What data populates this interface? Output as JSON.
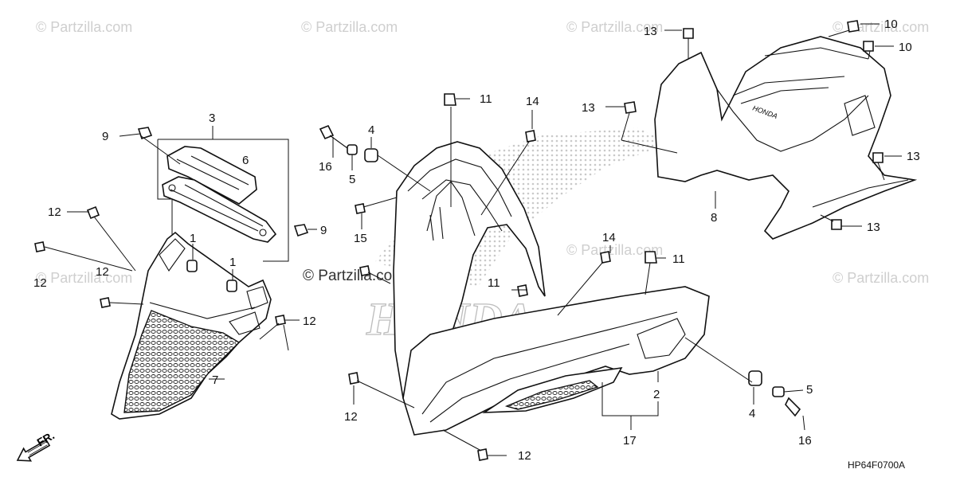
{
  "watermark": {
    "text": "© Partzilla.com",
    "center_text": "© Partzilla.com",
    "brand_text": "HONDA"
  },
  "diagram_code": "HP64F0700A",
  "front_indicator": "FR.",
  "callouts": [
    {
      "id": "c3",
      "label": "3"
    },
    {
      "id": "c9a",
      "label": "9"
    },
    {
      "id": "c6",
      "label": "6"
    },
    {
      "id": "c9b",
      "label": "9"
    },
    {
      "id": "c12a",
      "label": "12"
    },
    {
      "id": "c12b",
      "label": "12"
    },
    {
      "id": "c1a",
      "label": "1"
    },
    {
      "id": "c1b",
      "label": "1"
    },
    {
      "id": "c12c",
      "label": "12"
    },
    {
      "id": "c12d",
      "label": "12"
    },
    {
      "id": "c7",
      "label": "7"
    },
    {
      "id": "c16a",
      "label": "16"
    },
    {
      "id": "c4a",
      "label": "4"
    },
    {
      "id": "c5a",
      "label": "5"
    },
    {
      "id": "c15",
      "label": "15"
    },
    {
      "id": "c11a",
      "label": "11"
    },
    {
      "id": "c14a",
      "label": "14"
    },
    {
      "id": "c11b",
      "label": "11"
    },
    {
      "id": "c12e",
      "label": "12"
    },
    {
      "id": "c12f",
      "label": "12"
    },
    {
      "id": "c14b",
      "label": "14"
    },
    {
      "id": "c11c",
      "label": "11"
    },
    {
      "id": "c2",
      "label": "2"
    },
    {
      "id": "c17",
      "label": "17"
    },
    {
      "id": "c13a",
      "label": "13"
    },
    {
      "id": "c10a",
      "label": "10"
    },
    {
      "id": "c10b",
      "label": "10"
    },
    {
      "id": "c13b",
      "label": "13"
    },
    {
      "id": "c8",
      "label": "8"
    },
    {
      "id": "c13c",
      "label": "13"
    },
    {
      "id": "c13d",
      "label": "13"
    },
    {
      "id": "c5b",
      "label": "5"
    },
    {
      "id": "c4b",
      "label": "4"
    },
    {
      "id": "c16b",
      "label": "16"
    }
  ]
}
